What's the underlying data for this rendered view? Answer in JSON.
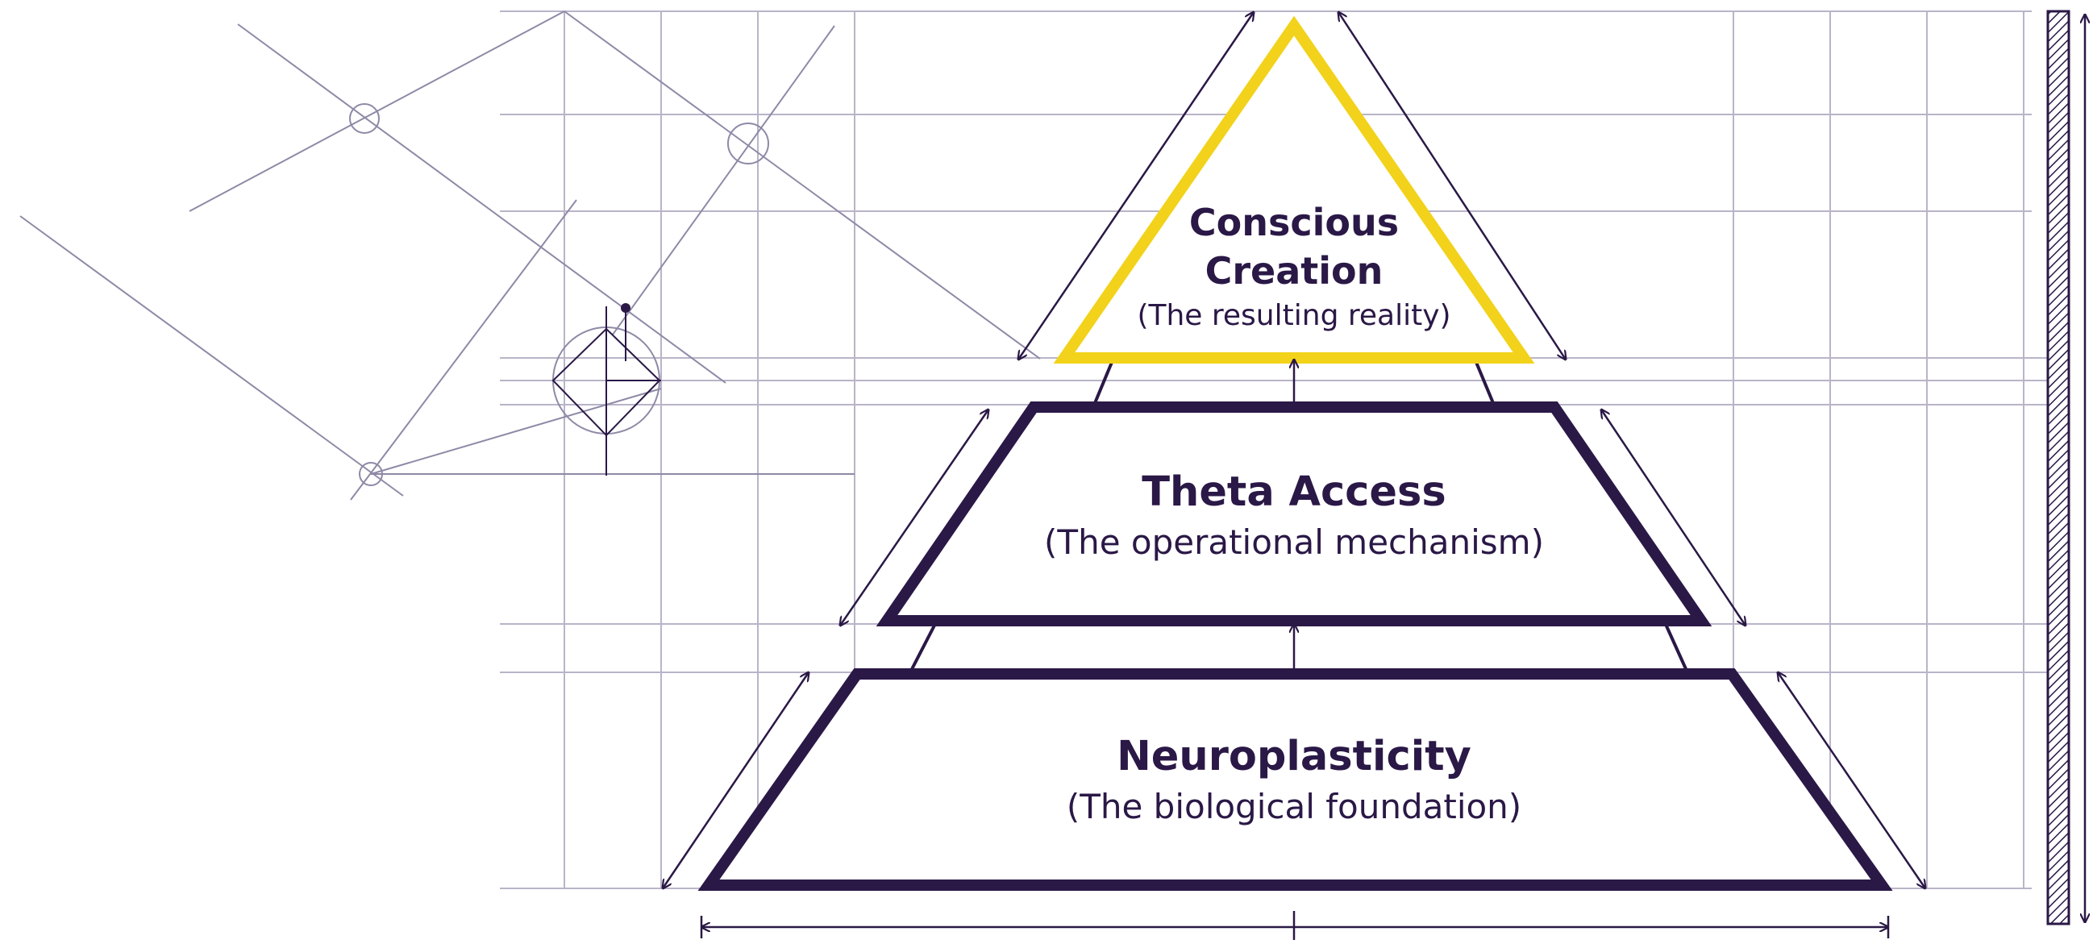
{
  "diagram": {
    "levels": [
      {
        "id": "top",
        "title_lines": [
          "Conscious",
          "Creation"
        ],
        "subtitle": "(The resulting reality)",
        "outline_color": "#f2d21a"
      },
      {
        "id": "middle",
        "title_lines": [
          "Theta Access"
        ],
        "subtitle": "(The operational mechanism)",
        "outline_color": "#2a1846"
      },
      {
        "id": "bottom",
        "title_lines": [
          "Neuroplasticity"
        ],
        "subtitle": "(The biological foundation)",
        "outline_color": "#2a1846"
      }
    ],
    "colors": {
      "ink": "#2a1846",
      "accent": "#f2d21a",
      "grid": "#b9b4c8",
      "construction": "#8f89a6",
      "background": "#ffffff"
    },
    "grid": true
  }
}
